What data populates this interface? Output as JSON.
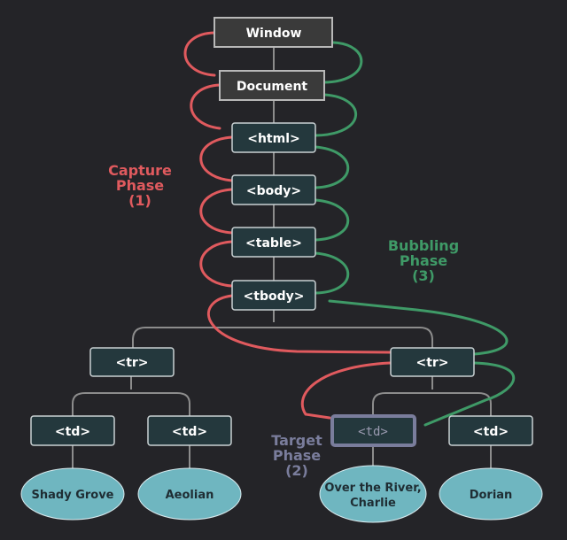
{
  "nodes": {
    "window": "Window",
    "document": "Document",
    "html": "<html>",
    "body": "<body>",
    "table": "<table>",
    "tbody": "<tbody>",
    "tr_left": "<tr>",
    "tr_right": "<tr>",
    "td_1": "<td>",
    "td_2": "<td>",
    "td_target": "<td>",
    "td_4": "<td>"
  },
  "leaves": {
    "leaf_1": "Shady Grove",
    "leaf_2": "Aeolian",
    "leaf_3_line1": "Over the River,",
    "leaf_3_line2": "Charlie",
    "leaf_4": "Dorian"
  },
  "phases": {
    "capture": {
      "line1": "Capture",
      "line2": "Phase",
      "line3": "(1)",
      "color": "#e05a5e"
    },
    "bubbling": {
      "line1": "Bubbling",
      "line2": "Phase",
      "line3": "(3)",
      "color": "#3f9a67"
    },
    "target": {
      "line1": "Target",
      "line2": "Phase",
      "line3": "(2)",
      "color": "#7a7d9c"
    }
  },
  "colors": {
    "background": "#242428",
    "node_fill": "#24383d",
    "node_stroke": "#c9d1d3",
    "root_fill": "#3a3a3a",
    "root_stroke": "#b8b8b8",
    "leaf_fill": "#6fb6c0",
    "connector": "#8c8c8c",
    "capture": "#e05a5e",
    "bubbling": "#3f9a67",
    "target": "#7a7d9c"
  }
}
